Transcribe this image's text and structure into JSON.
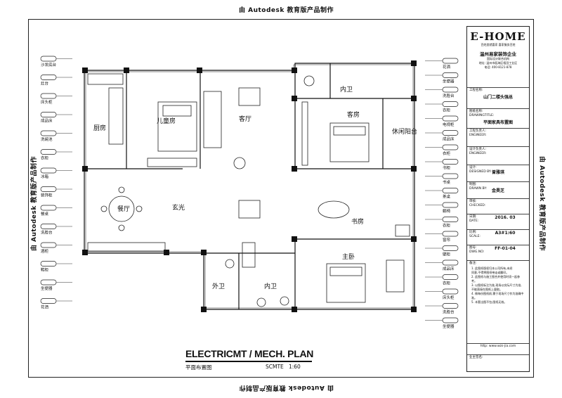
{
  "watermark": "由 Autodesk 教育版产品制作",
  "plan": {
    "title": "ELECTRICMT / MECH. PLAN",
    "subtitle": "平面布置图",
    "scale_label": "SCMTE",
    "scale_value": "1:60"
  },
  "rooms": {
    "kitchen": "厨房",
    "kids_room": "儿童房",
    "living_room": "客厅",
    "inner_bath_top": "内卫",
    "guest_room": "客房",
    "leisure_balcony": "休闲阳台",
    "dining": "餐厅",
    "foyer": "玄光",
    "study": "书房",
    "master_bed": "主卧",
    "outer_bath": "外卫",
    "inner_bath_bottom": "内卫"
  },
  "left_labels": [
    "沙发底台",
    "灶台",
    "床头柜",
    "成品床",
    "洗碗池",
    "衣柜",
    "冰箱",
    "装饰柜",
    "餐桌",
    "洗脸台",
    "酒柜",
    "鞋柜",
    "坐便器",
    "花洒"
  ],
  "right_labels": [
    "花洒",
    "坐便器",
    "洗脸台",
    "衣柜",
    "电视柜",
    "成品床",
    "衣柜",
    "书柜",
    "书桌",
    "茶桌",
    "躺椅",
    "衣柜",
    "窗帘",
    "壁柜",
    "成品床",
    "衣柜",
    "床头柜",
    "洗脸台",
    "坐便器"
  ],
  "title_block": {
    "logo": "E-HOME",
    "slogan": "百姓造就喜家 喜家服务百姓",
    "company": "温州易家装饰企业",
    "affiliate": "国际设计联合机构",
    "address": "地址: 温州市瓯海区梧田工业区",
    "phone": "电话: 400-8121-878",
    "project_label": "工程名称:",
    "project_name": "山门二楼头强总",
    "drawing_label": "图纸名称:",
    "drawing_label_en": "DRAWINGTITLE:",
    "drawing_name": "平面家具布置图",
    "engineer_label": "工程负责人:",
    "engineer_label_en": "ENGINEER:",
    "designer_label": "设计负责人:",
    "designer_label_en": "ENGINEER:",
    "design_label": "设计:",
    "design_label_en": "DESIGNED BY:",
    "design_name": "曾雅琪",
    "drawn_label": "制图:",
    "drawn_label_en": "DRAWN BY:",
    "drawn_name": "金昊芝",
    "check_label": "审核:",
    "check_label_en": "CHECKED:",
    "date_label": "日期:",
    "date_label_en": "DATE:",
    "date": "2016. 03",
    "scale_label": "比例:",
    "scale_label_en": "SCALE:",
    "scale": "A3#1:60",
    "no_label": "图号:",
    "no_label_en": "DWG.NO:",
    "dwg_no": "FF-01-04",
    "notes_label": "备注:",
    "notes": [
      "1. 此图纸版权归本公司所有,未经",
      "   同意,不得将图纸带走或翻印。",
      "2. 此图纸与施工图合并使用时须一起参考。",
      "3. 以图纸标注为准,现场以实际尺寸为准,",
      "   不能直接在图纸上量取。",
      "4. 做每份图纸前,需于现场尺寸作为准确中准。",
      "5. 本套出图不包,图纸无效。"
    ],
    "website": "http: www.wzs-jia.com",
    "owner_label": "业主签名:"
  }
}
